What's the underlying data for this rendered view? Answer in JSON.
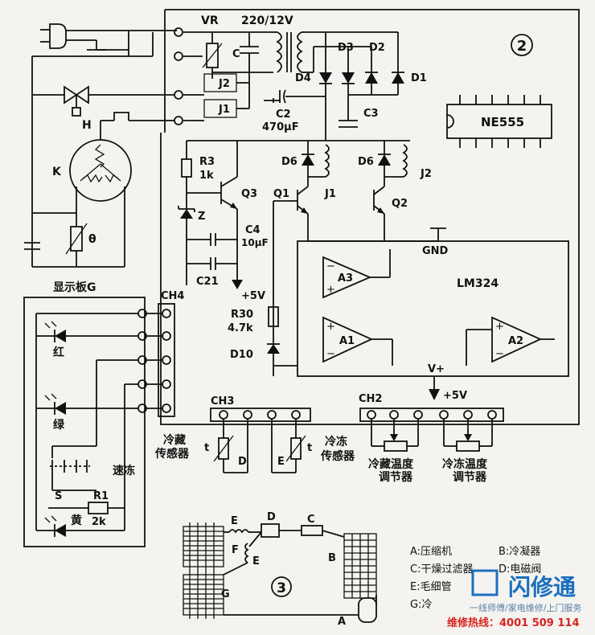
{
  "circuit": {
    "labels": {
      "vr": "VR",
      "transformer": "220/12V",
      "c": "C",
      "j2_relay": "J2",
      "j1_relay": "J1",
      "d3": "D3",
      "d2": "D2",
      "d4": "D4",
      "d1": "D1",
      "c2": "C2",
      "c2_value": "470μF",
      "c3": "C3",
      "h_valve": "H",
      "k_motor": "K",
      "theta": "θ",
      "r3": "R3",
      "r3_value": "1k",
      "q3": "Q3",
      "q1": "Q1",
      "q2": "Q2",
      "z": "Z",
      "c4": "C4",
      "c4_value": "10μF",
      "c21": "C21",
      "d6_a": "D6",
      "d6_b": "D6",
      "j1_coil": "J1",
      "j2_coil": "J2",
      "plus5v_left": "+5V",
      "r30": "R30",
      "r30_value": "4.7k",
      "d10": "D10",
      "gnd": "GND",
      "lm324": "LM324",
      "a3": "A3",
      "a1": "A1",
      "a2": "A2",
      "vplus": "V+",
      "plus5v_bottom": "+5V",
      "ne555": "NE555",
      "diagram_mark_2": "2"
    },
    "display_board": {
      "title": "显示板G",
      "ch4": "CH4",
      "red": "红",
      "green": "绿",
      "quick_freeze": "速冻",
      "s": "S",
      "r1": "R1",
      "r1_value": "2k",
      "yellow": "黄"
    },
    "connectors": {
      "ch3": "CH3",
      "ch2": "CH2",
      "fridge_sensor": [
        "冷藏",
        "传感器"
      ],
      "freezer_sensor": [
        "冷冻",
        "传感器"
      ],
      "t_left": "t",
      "t_right": "t",
      "d_label": "D",
      "e_label": "E",
      "fridge_temp_adj": [
        "冷藏温度",
        "调节器"
      ],
      "freezer_temp_adj": [
        "冷冻温度",
        "调节器"
      ]
    }
  },
  "refrigeration": {
    "diagram_mark_3": "3",
    "labels": {
      "e_top": "E",
      "d": "D",
      "c": "C",
      "f": "F",
      "e_mid": "E",
      "b": "B",
      "g": "G",
      "a": "A"
    },
    "legend": [
      "A:压缩机",
      "B:冷凝器",
      "C:干燥过滤器",
      "D:电磁阀",
      "E:毛细管",
      "G:冷"
    ]
  },
  "watermark": {
    "brand": "闪修通",
    "services": "一线师傅/家电维修/上门服务",
    "hotline": "维修热线：4001 509 114"
  }
}
